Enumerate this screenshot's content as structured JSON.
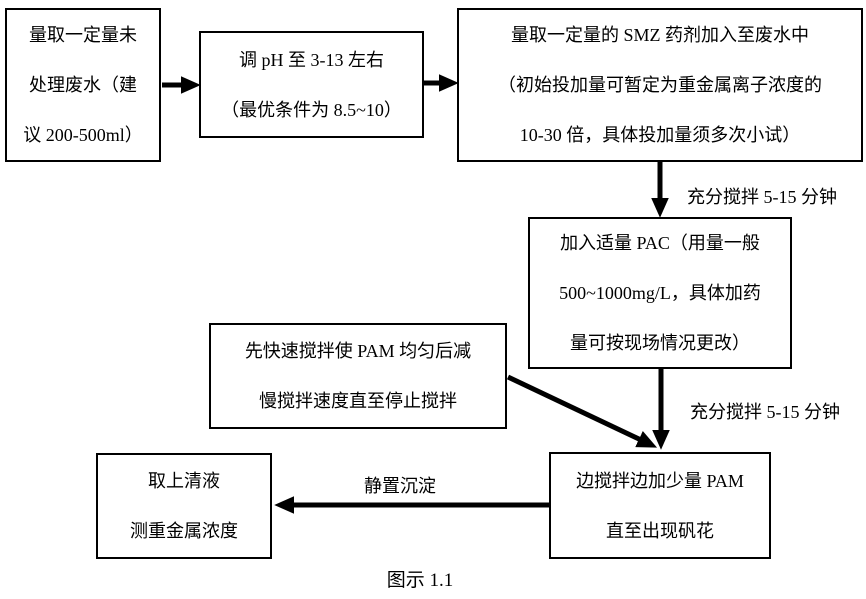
{
  "diagram": {
    "caption": "图示 1.1",
    "colors": {
      "ink": "#000000",
      "background": "#ffffff"
    },
    "boxes": [
      {
        "name": "measure-wastewater",
        "lines": [
          "量取一定量未",
          "处理废水（建",
          "议 200-500ml）"
        ]
      },
      {
        "name": "adjust-ph",
        "lines": [
          "调 pH 至 3-13 左右",
          "（最优条件为 8.5~10）"
        ]
      },
      {
        "name": "add-smz",
        "lines": [
          "量取一定量的 SMZ 药剂加入至废水中",
          "（初始投加量可暂定为重金属离子浓度的",
          "10-30 倍，具体投加量须多次小试）"
        ]
      },
      {
        "name": "add-pac",
        "lines": [
          "加入适量 PAC（用量一般",
          "500~1000mg/L，具体加药",
          "量可按现场情况更改）"
        ]
      },
      {
        "name": "pam-stirring-instruction",
        "lines": [
          "先快速搅拌使 PAM 均匀后减",
          "慢搅拌速度直至停止搅拌"
        ]
      },
      {
        "name": "add-pam",
        "lines": [
          "边搅拌边加少量 PAM",
          "直至出现矾花"
        ]
      },
      {
        "name": "take-supernatant",
        "lines": [
          "取上清液",
          "测重金属浓度"
        ]
      }
    ],
    "edge_labels": [
      {
        "name": "stir-label-1",
        "text": "充分搅拌 5-15 分钟"
      },
      {
        "name": "stir-label-2",
        "text": "充分搅拌 5-15 分钟"
      },
      {
        "name": "settle-label",
        "text": "静置沉淀"
      }
    ]
  }
}
